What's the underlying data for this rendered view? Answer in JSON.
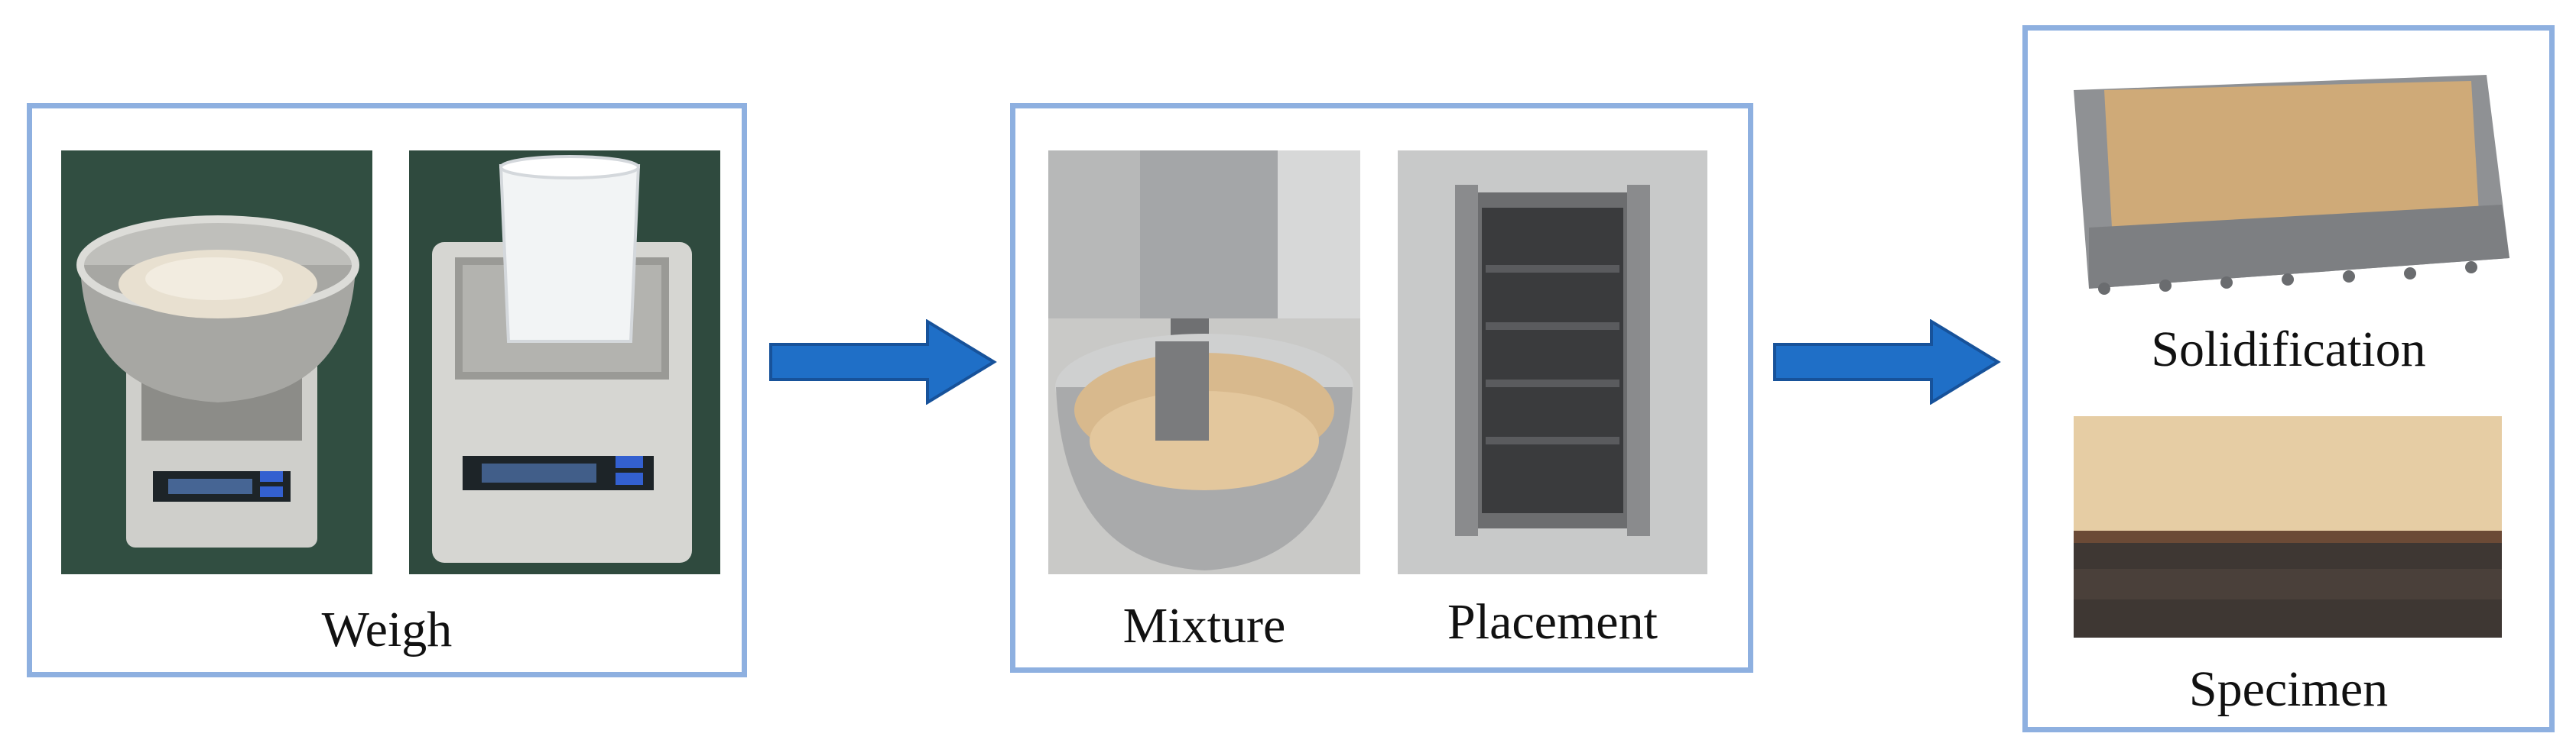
{
  "steps": {
    "weigh": {
      "label": "Weigh"
    },
    "mixture": {
      "label": "Mixture"
    },
    "placement": {
      "label": "Placement"
    },
    "solidification": {
      "label": "Solidification"
    },
    "specimen": {
      "label": "Specimen"
    }
  },
  "colors": {
    "panel_border": "#8eb0e0",
    "arrow_fill": "#1f6fc7",
    "arrow_stroke": "#17529a"
  },
  "icons": {
    "weigh_photo_1": "scale-with-bowl-of-powder",
    "weigh_photo_2": "scale-with-beaker",
    "mixture_photo": "mixer-bowl-with-paste",
    "placement_photo": "steel-mold",
    "solidification_photo": "mold-with-hardened-sample",
    "specimen_photo": "specimen-block"
  }
}
